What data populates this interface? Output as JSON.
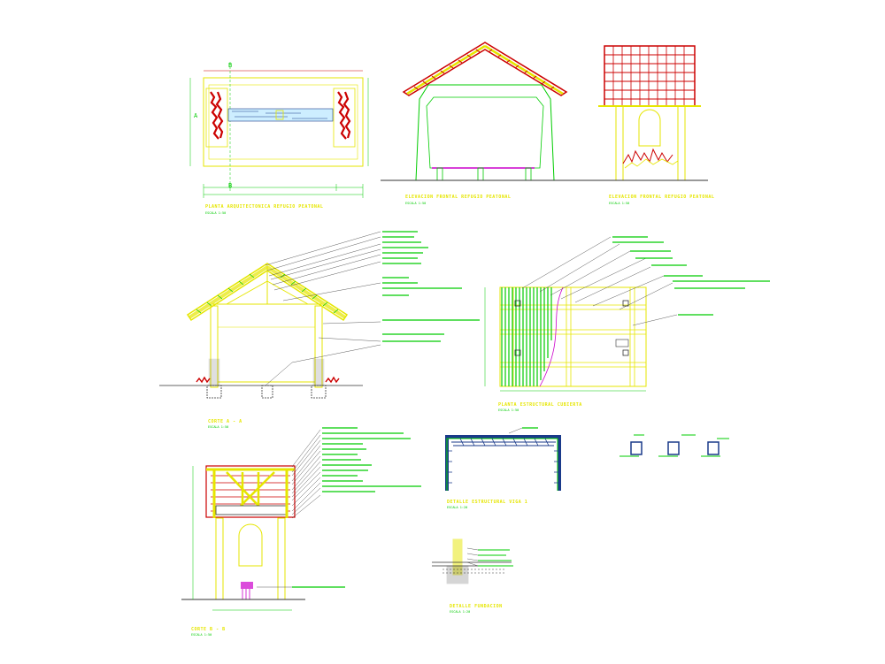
{
  "drawing": {
    "background": "#ffffff",
    "colors": {
      "structure": "#e6e600",
      "outline": "#00cc00",
      "roof_tile": "#cc0000",
      "annotation": "#00cc00",
      "beam": "#1a3a8a",
      "magenta": "#cc00cc",
      "dark": "#333333"
    },
    "views": [
      {
        "id": "planta-arquitectonica",
        "title": "PLANTA ARQUITECTONICA REFUGIO PEATONAL",
        "scale": "ESCALA 1:50"
      },
      {
        "id": "elevacion-frontal-1",
        "title": "ELEVACION FRONTAL REFUGIO PEATONAL",
        "scale": "ESCALA 1:50"
      },
      {
        "id": "elevacion-frontal-2",
        "title": "ELEVACION FRONTAL REFUGIO PEATONAL",
        "scale": "ESCALA 1:50"
      },
      {
        "id": "corte-a-a",
        "title": "CORTE A - A",
        "scale": "ESCALA 1:50"
      },
      {
        "id": "planta-estructural-cubierta",
        "title": "PLANTA ESTRUCTURAL CUBIERTA",
        "scale": "ESCALA 1:50"
      },
      {
        "id": "corte-b-b",
        "title": "CORTE B - B",
        "scale": "ESCALA 1:50"
      },
      {
        "id": "detalle-estructural-viga",
        "title": "DETALLE ESTRUCTURAL VIGA 1",
        "scale": "ESCALA 1:20"
      },
      {
        "id": "detalle-fundacion",
        "title": "DETALLE FUNDACION",
        "scale": "ESCALA 1:20"
      }
    ],
    "dims": {
      "plan_a": "A",
      "plan_b": "B",
      "marker_b_top": "B"
    }
  }
}
